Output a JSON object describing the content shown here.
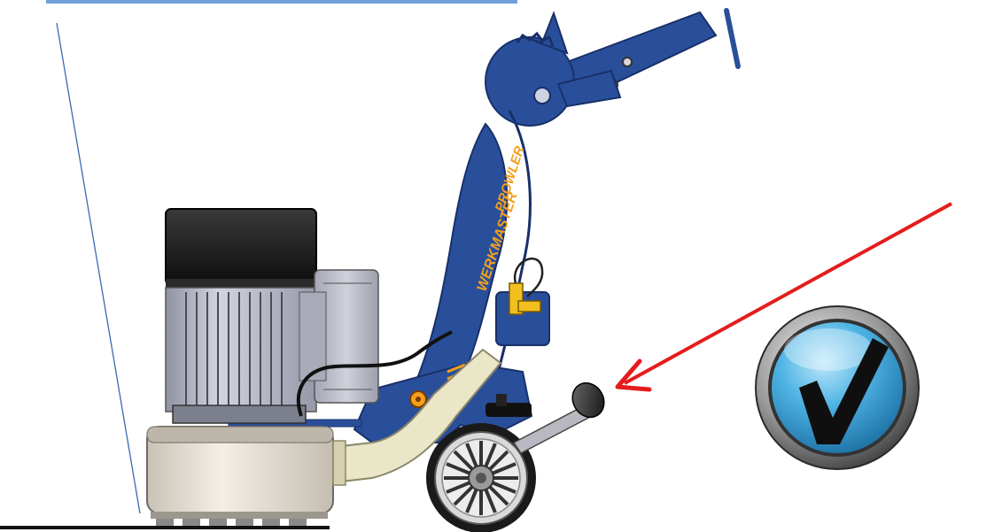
{
  "illustration": {
    "brand_lettering": "WERKMASTER",
    "model_lettering": "PROWLER",
    "colors": {
      "frame_blue": "#2a4f9a",
      "frame_dark": "#18306a",
      "motor_cap": "#1c1c1c",
      "motor_body": "#b4b6c2",
      "housing": "#e6e0d6",
      "hose": "#eae6c8",
      "arrow_red": "#e51c1c",
      "accent_orange": "#f2a01e",
      "check_blue": "#39a3d9"
    }
  },
  "indicator": {
    "icon": "checkmark-icon",
    "meaning": "correct"
  }
}
